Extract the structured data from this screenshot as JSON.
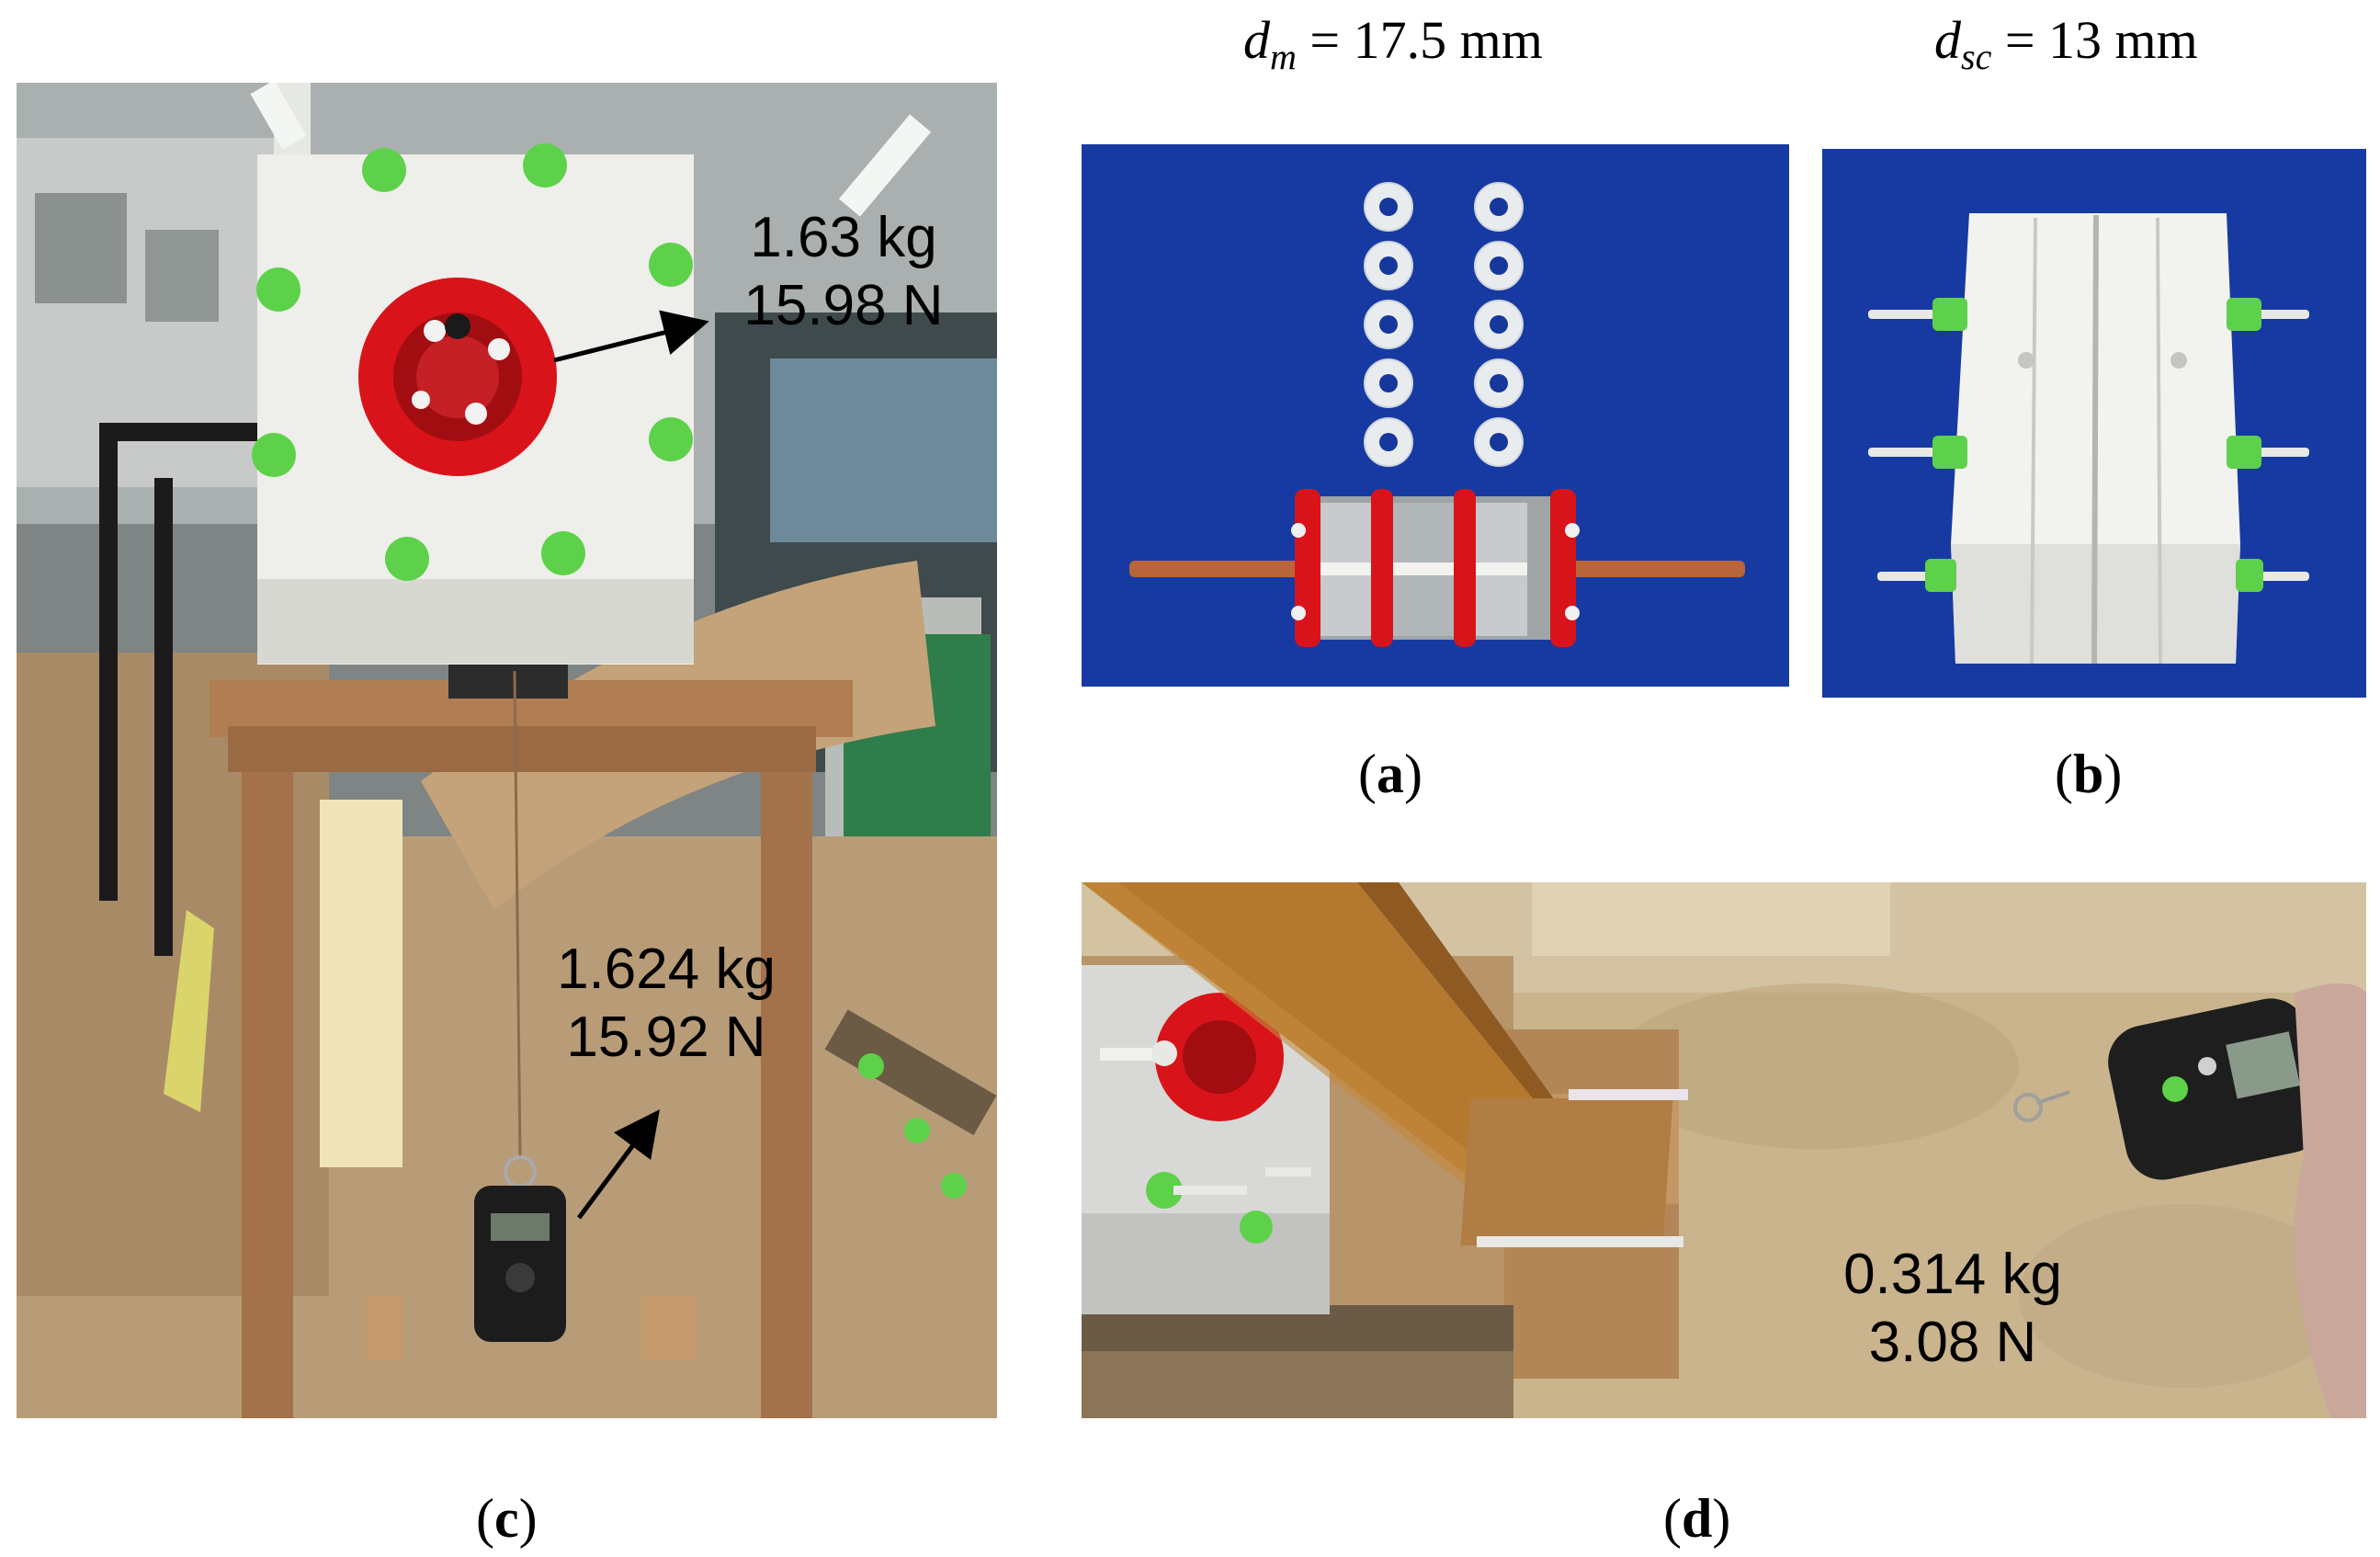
{
  "headers": {
    "a": {
      "symbol": "d",
      "subscript": "m",
      "rest": " = 17.5 mm"
    },
    "b": {
      "symbol": "d",
      "subscript": "sc",
      "rest": " = 13 mm"
    }
  },
  "captions": {
    "a": {
      "open": "(",
      "letter": "a",
      "close": ")"
    },
    "b": {
      "open": "(",
      "letter": "b",
      "close": ")"
    },
    "c": {
      "open": "(",
      "letter": "c",
      "close": ")"
    },
    "d": {
      "open": "(",
      "letter": "d",
      "close": ")"
    }
  },
  "annotations": {
    "c_top": {
      "mass": "1.63 kg",
      "force": "15.98 N"
    },
    "c_bottom": {
      "mass": "1.624 kg",
      "force": "15.92 N"
    },
    "d": {
      "mass": "0.314 kg",
      "force": "3.08 N"
    }
  },
  "colors": {
    "background_blue": "#16379c",
    "red_part": "#d8141a",
    "green_nut": "#5ed14a",
    "white_plate": "#eeeeea",
    "wood": "#a8754a"
  }
}
